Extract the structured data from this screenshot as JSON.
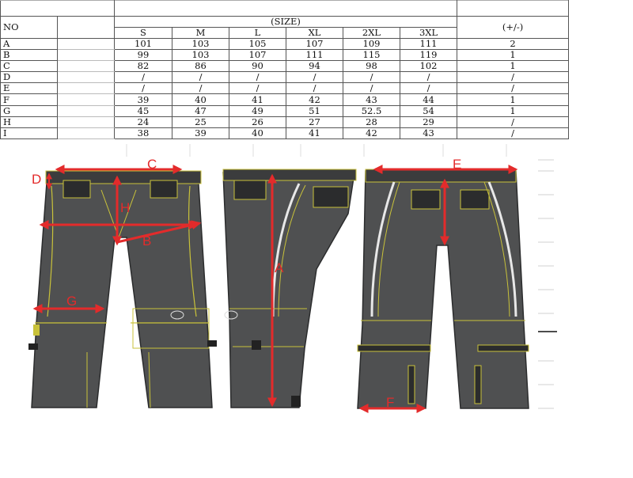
{
  "table": {
    "no_header": "NO",
    "size_header": "(SIZE)",
    "tolerance_header": "(+/-)",
    "sizes": [
      "S",
      "M",
      "L",
      "XL",
      "2XL",
      "3XL"
    ],
    "rows": [
      {
        "no": "A",
        "values": [
          "101",
          "103",
          "105",
          "107",
          "109",
          "111"
        ],
        "tol": "2"
      },
      {
        "no": "B",
        "values": [
          "99",
          "103",
          "107",
          "111",
          "115",
          "119"
        ],
        "tol": "1"
      },
      {
        "no": "C",
        "values": [
          "82",
          "86",
          "90",
          "94",
          "98",
          "102"
        ],
        "tol": "1"
      },
      {
        "no": "D",
        "values": [
          "/",
          "/",
          "/",
          "/",
          "/",
          "/"
        ],
        "tol": "/"
      },
      {
        "no": "E",
        "values": [
          "/",
          "/",
          "/",
          "/",
          "/",
          "/"
        ],
        "tol": "/"
      },
      {
        "no": "F",
        "values": [
          "39",
          "40",
          "41",
          "42",
          "43",
          "44"
        ],
        "tol": "1"
      },
      {
        "no": "G",
        "values": [
          "45",
          "47",
          "49",
          "51",
          "52.5",
          "54"
        ],
        "tol": "1"
      },
      {
        "no": "H",
        "values": [
          "24",
          "25",
          "26",
          "27",
          "28",
          "29"
        ],
        "tol": "/"
      },
      {
        "no": "I",
        "values": [
          "38",
          "39",
          "40",
          "41",
          "42",
          "43"
        ],
        "tol": "/"
      }
    ]
  },
  "diagram": {
    "labels": {
      "A": "A",
      "B": "B",
      "C": "C",
      "D": "D",
      "E": "E",
      "F": "F",
      "G": "G",
      "H": "H"
    },
    "colors": {
      "fabric": "#4f5051",
      "stitch": "#c9c23a",
      "measure": "#e32b2b",
      "dark": "#2b2c2d"
    }
  }
}
